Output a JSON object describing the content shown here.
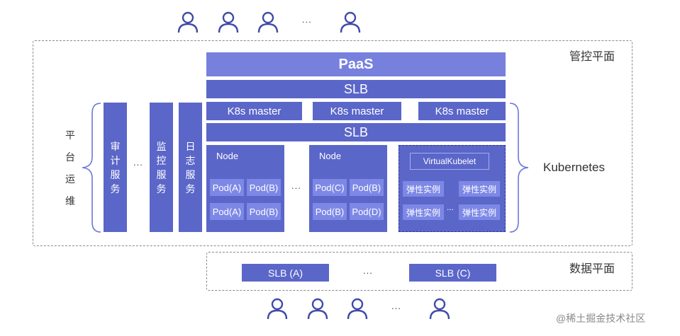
{
  "users_top": {
    "dots": "..."
  },
  "users_bottom": {
    "dots": "..."
  },
  "control_plane": {
    "label": "管控平面"
  },
  "data_plane": {
    "label": "数据平面"
  },
  "paas": "PaaS",
  "slb_top": "SLB",
  "slb_middle": "SLB",
  "masters": [
    "K8s master",
    "K8s master",
    "K8s master"
  ],
  "kubernetes_label": "Kubernetes",
  "platform_ops": [
    "平",
    "台",
    "运",
    "维"
  ],
  "services": {
    "audit": [
      "审",
      "计",
      "服",
      "务"
    ],
    "monitor": [
      "监",
      "控",
      "服",
      "务"
    ],
    "log": [
      "日",
      "志",
      "服",
      "务"
    ],
    "dots": "..."
  },
  "nodes": [
    {
      "label": "Node",
      "pods": [
        "Pod(A)",
        "Pod(B)",
        "Pod(A)",
        "Pod(B)"
      ]
    },
    {
      "label": "Node",
      "pods": [
        "Pod(C)",
        "Pod(B)",
        "Pod(B)",
        "Pod(D)"
      ]
    }
  ],
  "nodes_dots": "...",
  "virtual_node": {
    "title": "VirtualKubelet",
    "instances": [
      "弹性实例",
      "弹性实例",
      "弹性实例",
      "弹性实例"
    ],
    "dots": "..."
  },
  "data_slbs": {
    "a": "SLB (A)",
    "c": "SLB (C)",
    "dots": "..."
  },
  "watermark": "@稀土掘金技术社区",
  "colors": {
    "block": "#5b66c9",
    "paas": "#7880de",
    "pod": "#7d88e6",
    "icon": "#3f4aa8"
  }
}
